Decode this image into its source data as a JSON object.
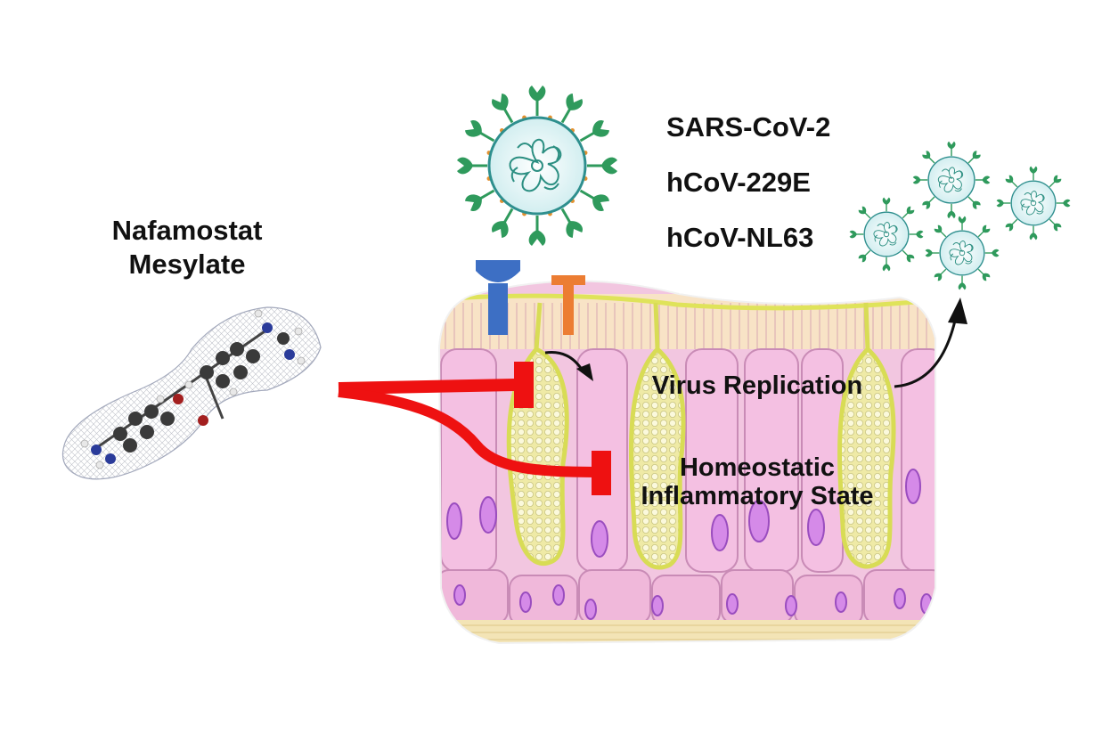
{
  "drug": {
    "line1": "Nafamostat",
    "line2": "Mesylate"
  },
  "viruses": [
    "SARS-CoV-2",
    "hCoV-229E",
    "hCoV-NL63"
  ],
  "targets": {
    "replication": "Virus Replication",
    "inflammation_line1": "Homeostatic",
    "inflammation_line2": "Inflammatory State"
  },
  "colors": {
    "inhibitor": "#ee1111",
    "receptor_blue": "#3d6fc4",
    "receptor_orange": "#ec7d33",
    "virus_spike": "#2e9a5a",
    "virus_body": "#e6f5f4",
    "cell_pink": "#f3c4e1",
    "goblet_yellow": "#eeea9e",
    "nucleus": "#b36bd9"
  },
  "icons": [
    "molecule-model",
    "coronavirus-icon",
    "ace2-receptor-icon",
    "tmprss2-protease-icon",
    "epithelium-tissue",
    "inhibition-arrow",
    "flow-arrow"
  ]
}
